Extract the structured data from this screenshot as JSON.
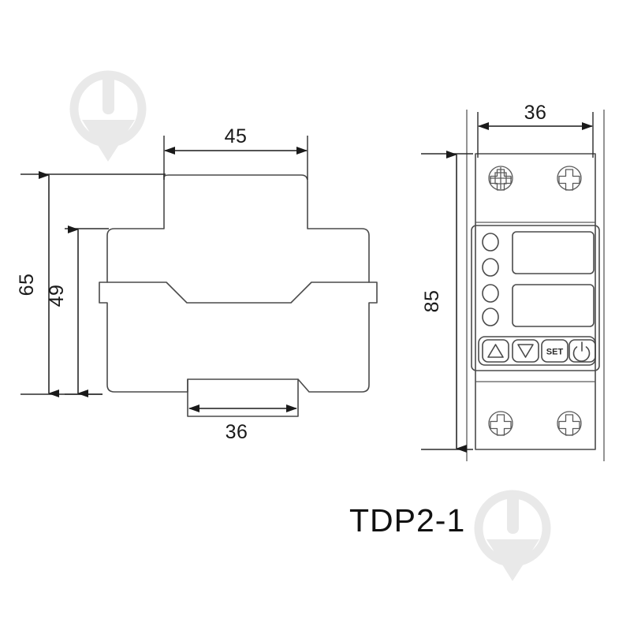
{
  "drawing": {
    "title_label": "TDP2-1",
    "background_color": "#ffffff",
    "line_color": "#4a4a4a",
    "text_color": "#1a1a1a",
    "watermark_color": "#e9e9e9"
  },
  "dimensions": {
    "side_view": {
      "width_top": "45",
      "height_overall": "65",
      "height_body": "49",
      "width_rail": "36"
    },
    "front_view": {
      "width": "36",
      "height": "85"
    }
  },
  "front_panel": {
    "indicators": [
      {
        "name": "led-1"
      },
      {
        "name": "led-2"
      },
      {
        "name": "led-3"
      },
      {
        "name": "led-4"
      }
    ],
    "displays": [
      {
        "name": "display-upper"
      },
      {
        "name": "display-lower"
      }
    ],
    "buttons": [
      {
        "name": "up-button",
        "glyph": "triangle-up",
        "label": ""
      },
      {
        "name": "down-button",
        "glyph": "triangle-down",
        "label": ""
      },
      {
        "name": "set-button",
        "glyph": "text",
        "label": "SET"
      },
      {
        "name": "power-button",
        "glyph": "power",
        "label": ""
      }
    ],
    "screws": [
      {
        "name": "screw-top-left"
      },
      {
        "name": "screw-top-right"
      },
      {
        "name": "screw-bottom-left"
      },
      {
        "name": "screw-bottom-right"
      }
    ]
  },
  "watermarks": [
    {
      "name": "watermark-top-left"
    },
    {
      "name": "watermark-bottom-right"
    }
  ]
}
